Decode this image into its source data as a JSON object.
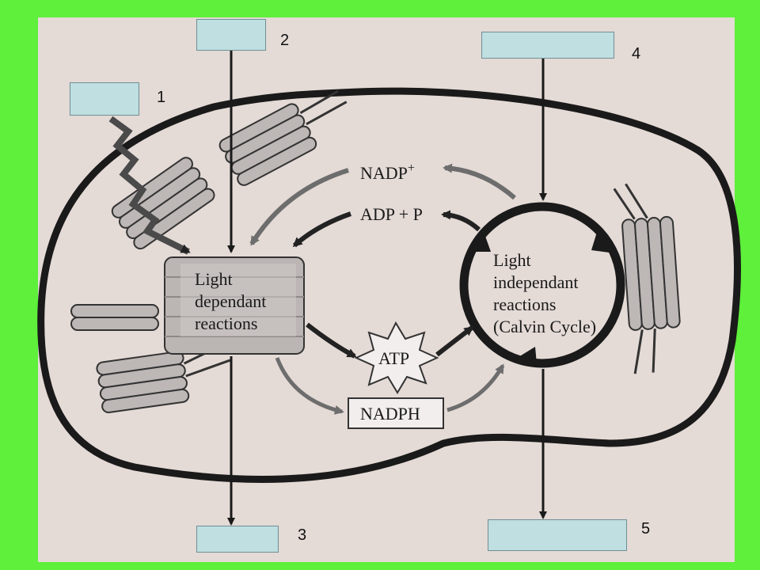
{
  "diagram": {
    "labels": {
      "light_reactions": [
        "Light",
        "dependant",
        "reactions"
      ],
      "calvin": [
        "Light",
        "independant",
        "reactions",
        "(Calvin Cycle)"
      ],
      "nadp": "NADP",
      "nadp_sup": "+",
      "adp": "ADP + P",
      "atp": "ATP",
      "nadph": "NADPH"
    },
    "boxes": [
      {
        "id": "box-1",
        "number": "1"
      },
      {
        "id": "box-2",
        "number": "2"
      },
      {
        "id": "box-3",
        "number": "3"
      },
      {
        "id": "box-4",
        "number": "4"
      },
      {
        "id": "box-5",
        "number": "5"
      }
    ]
  },
  "colors": {
    "background": "#5ef03a",
    "paper": "#e4dad6",
    "label_box": "#bfdfe1",
    "membrane": "#1a1a1a",
    "thylakoid": "#bdb7b5"
  }
}
